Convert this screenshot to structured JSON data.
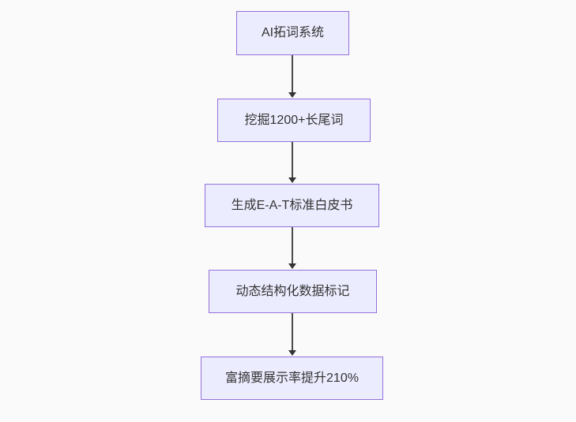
{
  "page": {
    "background_color": "#fafafa"
  },
  "diagram": {
    "type": "flowchart",
    "direction": "top-down",
    "style": {
      "node_fill": "#ececff",
      "node_border": "#9370db",
      "text_color": "#333333",
      "arrow_color": "#333333"
    },
    "nodes": [
      {
        "id": "n1",
        "label": "AI拓词系统"
      },
      {
        "id": "n2",
        "label": "挖掘1200+长尾词"
      },
      {
        "id": "n3",
        "label": "生成E-A-T标准白皮书"
      },
      {
        "id": "n4",
        "label": "动态结构化数据标记"
      },
      {
        "id": "n5",
        "label": "富摘要展示率提升210%"
      }
    ],
    "edges": [
      {
        "from": "n1",
        "to": "n2"
      },
      {
        "from": "n2",
        "to": "n3"
      },
      {
        "from": "n3",
        "to": "n4"
      },
      {
        "from": "n4",
        "to": "n5"
      }
    ]
  }
}
